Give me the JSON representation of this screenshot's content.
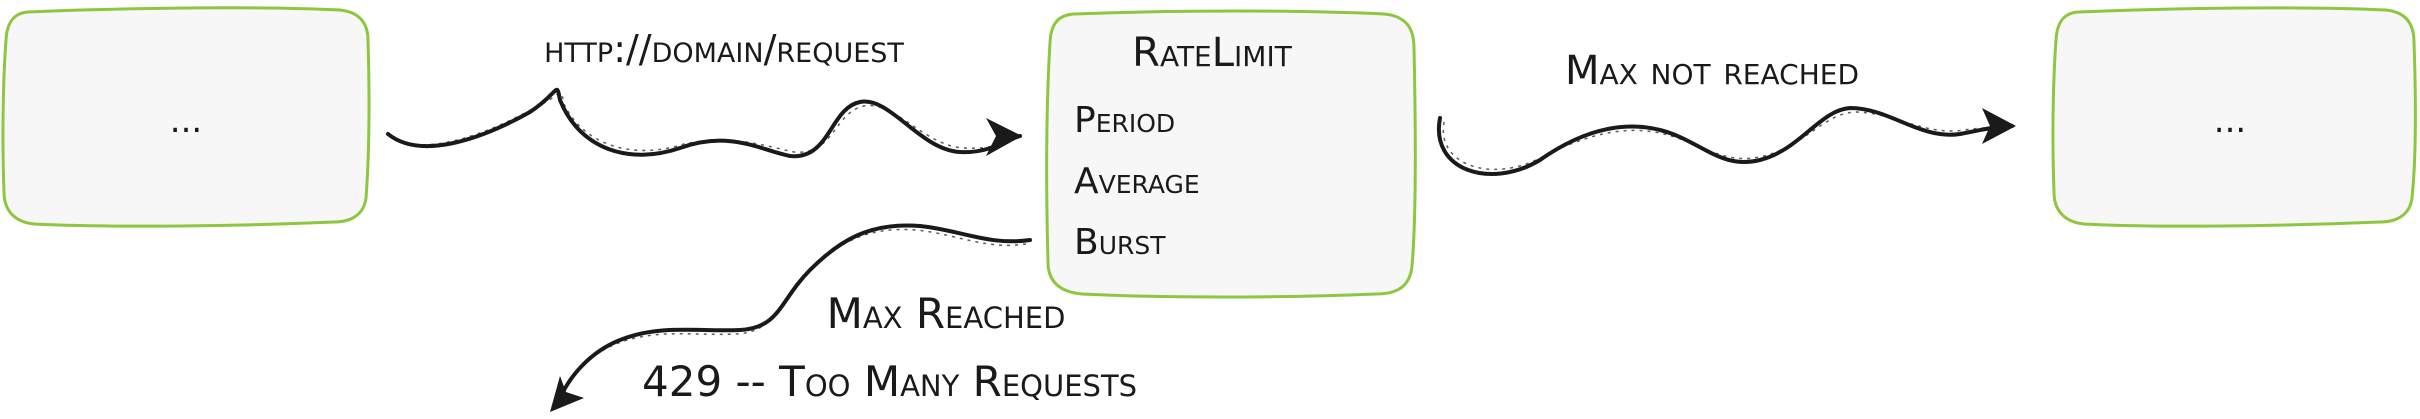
{
  "nodes": {
    "left": {
      "text": "..."
    },
    "ratelimit": {
      "title": "RateLimit",
      "fields": [
        "Period",
        "Average",
        "Burst"
      ]
    },
    "right": {
      "text": "..."
    }
  },
  "edges": {
    "request": {
      "label": "http://domain/request"
    },
    "not_reached": {
      "label": "Max not reached"
    },
    "reached": {
      "label": "Max Reached",
      "sublabel": "429 -- Too Many Requests"
    }
  },
  "colors": {
    "box_border": "#8dc63f",
    "box_fill": "#f7f7f7",
    "ink": "#1a1a1a"
  }
}
